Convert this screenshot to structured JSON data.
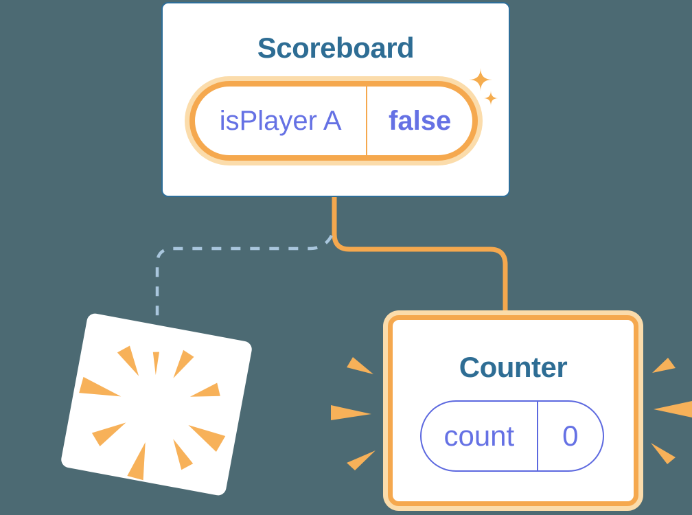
{
  "colors": {
    "background": "#4C6A73",
    "card_fill": "#FFFFFF",
    "scoreboard_border": "#2E6E99",
    "component_title_text": "#2E6D94",
    "state_text_purple": "#6571E4",
    "pill_border_purple": "#5C68DF",
    "highlight_orange": "#F5A84E",
    "highlight_orange_light": "#FBDCAB",
    "dashed_connector": "#A9C6DD"
  },
  "scoreboard": {
    "title": "Scoreboard",
    "state": {
      "name": "isPlayer A",
      "value": "false"
    },
    "icons": {
      "sparkles": "sparkles-icon"
    }
  },
  "counter": {
    "title": "Counter",
    "state": {
      "name": "count",
      "value": "0"
    },
    "icons": {
      "emphasis": "emphasis-rays-icon"
    }
  },
  "destroyed_component": {
    "icons": {
      "burst": "explosion-burst-icon"
    }
  }
}
